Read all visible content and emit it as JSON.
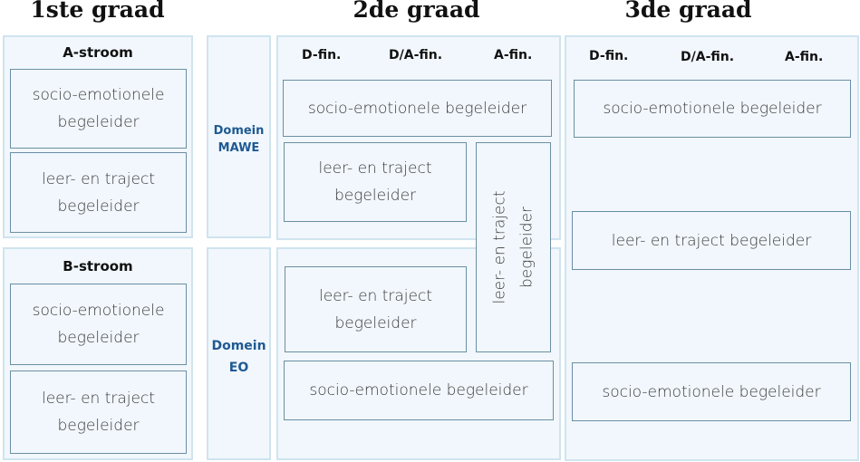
{
  "headings": {
    "first": "1ste graad",
    "second": "2de graad",
    "third": "3de graad"
  },
  "first_grade": {
    "a_stream": {
      "label": "A-stroom",
      "socio_box": [
        "socio-emotionele",
        "begeleider"
      ],
      "leer_box": [
        "leer- en traject",
        "begeleider"
      ]
    },
    "b_stream": {
      "label": "B-stroom",
      "socio_box": [
        "socio-emotionele",
        "begeleider"
      ],
      "leer_box": [
        "leer- en traject",
        "begeleider"
      ]
    }
  },
  "domains": {
    "mawe": [
      "Domein",
      "MAWE"
    ],
    "eo": [
      "Domein",
      "EO"
    ]
  },
  "second_grade": {
    "columns": [
      "D-fin.",
      "D/A-fin.",
      "A-fin."
    ],
    "mawe_socio": "socio-emotionele begeleider",
    "mawe_leer": [
      "leer- en traject",
      "begeleider"
    ],
    "a_fin_leer_vertical": [
      "leer- en traject",
      "begeleider"
    ],
    "eo_leer": [
      "leer- en traject",
      "begeleider"
    ],
    "eo_socio": "socio-emotionele begeleider"
  },
  "third_grade": {
    "columns": [
      "D-fin.",
      "D/A-fin.",
      "A-fin."
    ],
    "socio_top": "socio-emotionele begeleider",
    "leer": "leer- en traject begeleider",
    "socio_bottom": "socio-emotionele begeleider"
  },
  "colors": {
    "panel_bg": "#f1f7fc",
    "panel_border": "#cfe4ef",
    "box_border": "#6b8fa3",
    "domain_text": "#1f5a93"
  }
}
